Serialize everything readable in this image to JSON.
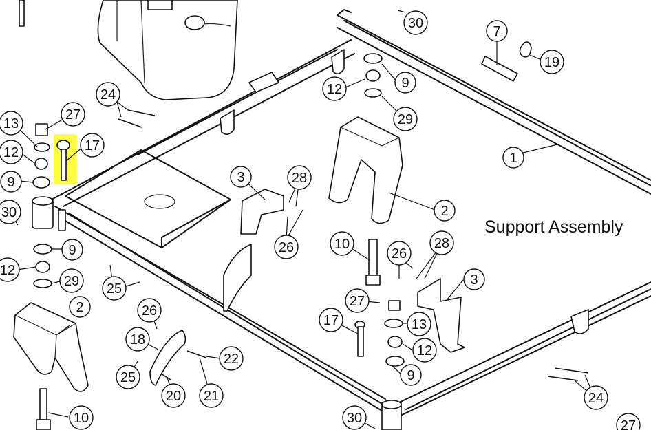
{
  "diagram": {
    "title": "Support Assembly",
    "highlight_color": "#FFFF40",
    "highlighted_part": "17",
    "callouts": [
      {
        "id": "c-30a",
        "label": "30"
      },
      {
        "id": "c-7",
        "label": "7"
      },
      {
        "id": "c-19",
        "label": "19"
      },
      {
        "id": "c-9a",
        "label": "9"
      },
      {
        "id": "c-12a",
        "label": "12"
      },
      {
        "id": "c-29a",
        "label": "29"
      },
      {
        "id": "c-24a",
        "label": "24"
      },
      {
        "id": "c-27a",
        "label": "27"
      },
      {
        "id": "c-13a",
        "label": "13"
      },
      {
        "id": "c-17a",
        "label": "17"
      },
      {
        "id": "c-12b",
        "label": "12"
      },
      {
        "id": "c-9b",
        "label": "9"
      },
      {
        "id": "c-30b",
        "label": "30"
      },
      {
        "id": "c-1",
        "label": "1"
      },
      {
        "id": "c-3a",
        "label": "3"
      },
      {
        "id": "c-28a",
        "label": "28"
      },
      {
        "id": "c-26a",
        "label": "26"
      },
      {
        "id": "c-2a",
        "label": "2"
      },
      {
        "id": "c-9c",
        "label": "9"
      },
      {
        "id": "c-12c",
        "label": "12"
      },
      {
        "id": "c-29b",
        "label": "29"
      },
      {
        "id": "c-25a",
        "label": "25"
      },
      {
        "id": "c-10a",
        "label": "10"
      },
      {
        "id": "c-26b",
        "label": "26"
      },
      {
        "id": "c-28b",
        "label": "28"
      },
      {
        "id": "c-3b",
        "label": "3"
      },
      {
        "id": "c-27b",
        "label": "27"
      },
      {
        "id": "c-13b",
        "label": "13"
      },
      {
        "id": "c-17b",
        "label": "17"
      },
      {
        "id": "c-12d",
        "label": "12"
      },
      {
        "id": "c-9d",
        "label": "9"
      },
      {
        "id": "c-2b",
        "label": "2"
      },
      {
        "id": "c-26c",
        "label": "26"
      },
      {
        "id": "c-18",
        "label": "18"
      },
      {
        "id": "c-22",
        "label": "22"
      },
      {
        "id": "c-25b",
        "label": "25"
      },
      {
        "id": "c-20",
        "label": "20"
      },
      {
        "id": "c-21",
        "label": "21"
      },
      {
        "id": "c-24b",
        "label": "24"
      },
      {
        "id": "c-10b",
        "label": "10"
      },
      {
        "id": "c-30c",
        "label": "30"
      },
      {
        "id": "c-27c",
        "label": "27"
      }
    ]
  }
}
